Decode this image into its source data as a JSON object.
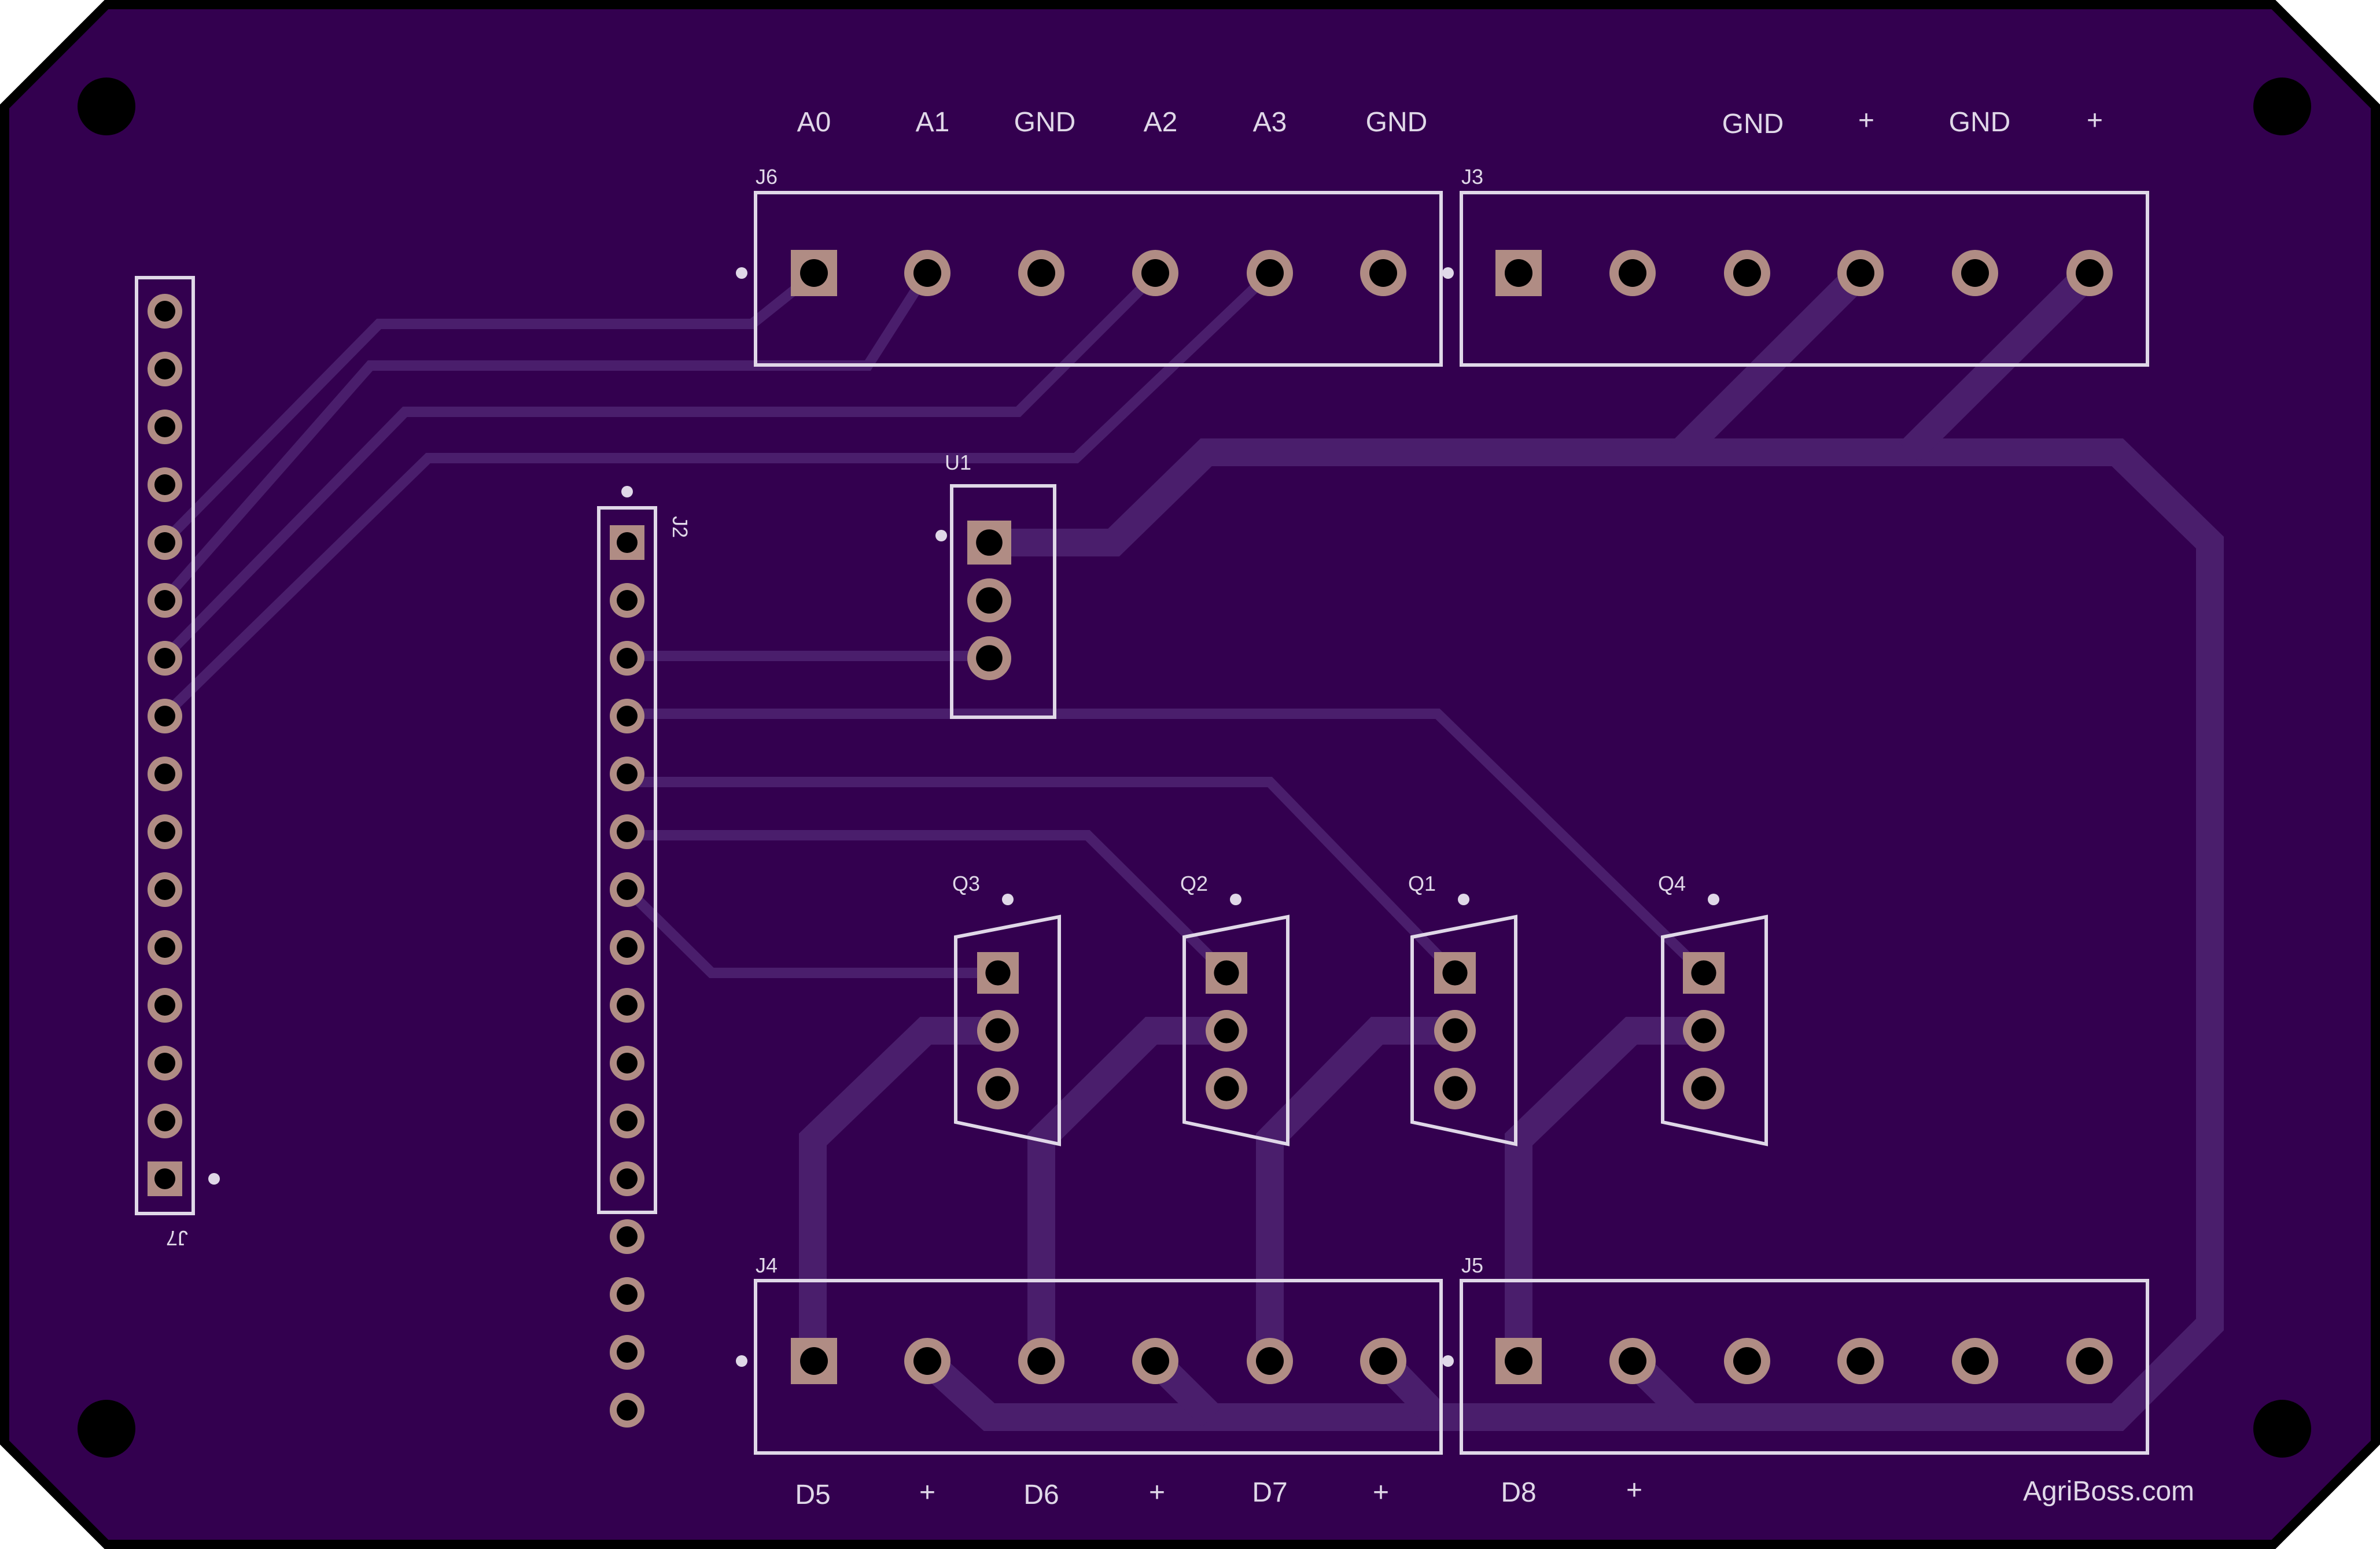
{
  "colors": {
    "board": "#33004f",
    "board_edge": "#000000",
    "trace": "#4a1e6c",
    "silkscreen": "#e0d8e8",
    "pad": "#b08c84",
    "drill": "#000000"
  },
  "board_labels": {
    "top_signals": [
      "A0",
      "A1",
      "GND",
      "A2",
      "A3",
      "GND"
    ],
    "top_power": [
      "GND",
      "+",
      "GND",
      "+"
    ],
    "bottom_signals": [
      "D5",
      "+",
      "D6",
      "+",
      "D7",
      "+",
      "D8",
      "+"
    ],
    "brand": "AgriBoss.com"
  },
  "components": {
    "J6": "J6",
    "J3": "J3",
    "J4": "J4",
    "J5": "J5",
    "J2": "J2",
    "J7": "J7",
    "U1": "U1",
    "Q1": "Q1",
    "Q2": "Q2",
    "Q3": "Q3",
    "Q4": "Q4"
  }
}
